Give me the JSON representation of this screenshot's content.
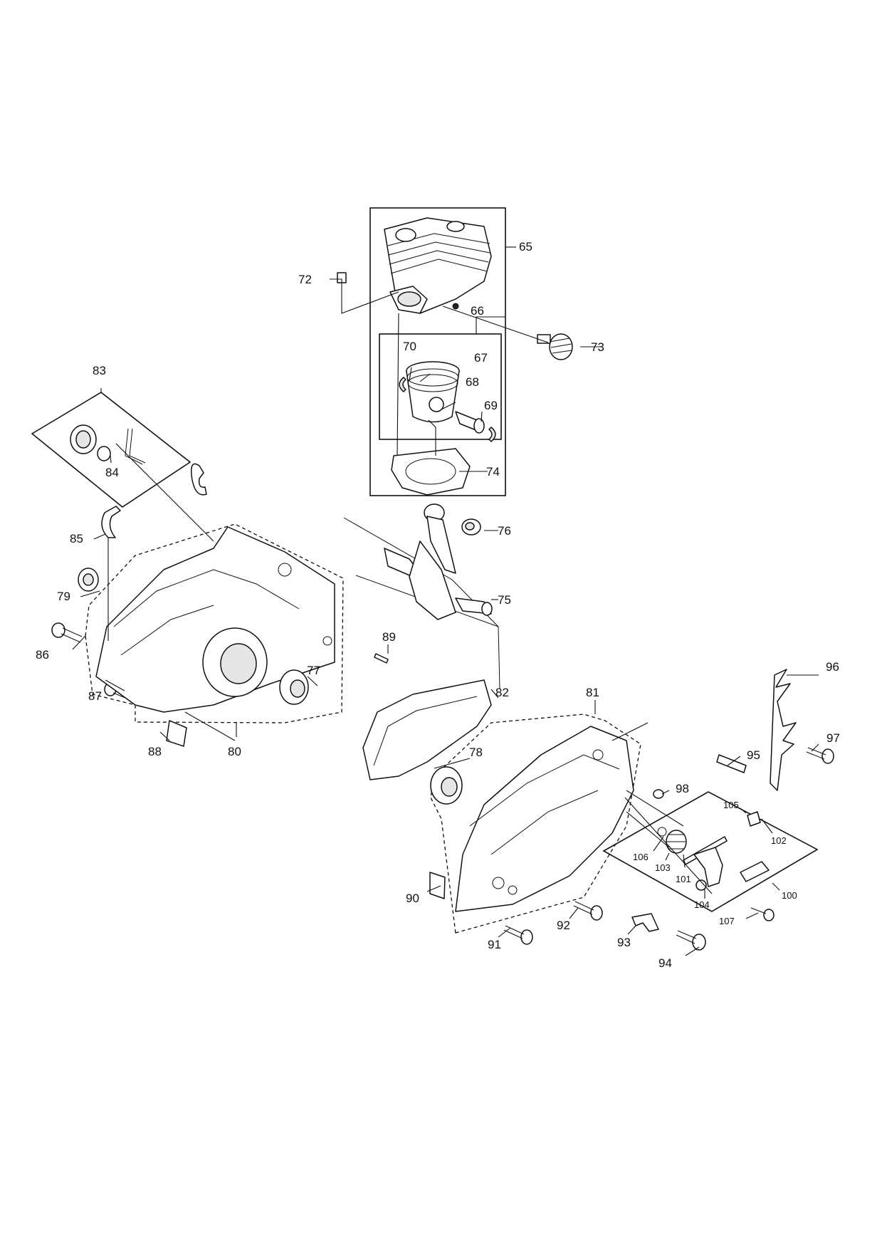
{
  "labels": {
    "p65": "65",
    "p66": "66",
    "p67": "67",
    "p68": "68",
    "p69": "69",
    "p70": "70",
    "p72": "72",
    "p73": "73",
    "p74": "74",
    "p75": "75",
    "p76": "76",
    "p77": "77",
    "p78": "78",
    "p79": "79",
    "p80": "80",
    "p81": "81",
    "p82": "82",
    "p83": "83",
    "p84": "84",
    "p85": "85",
    "p86": "86",
    "p87": "87",
    "p88": "88",
    "p89": "89",
    "p90": "90",
    "p91": "91",
    "p92": "92",
    "p93": "93",
    "p94": "94",
    "p95": "95",
    "p96": "96",
    "p97": "97",
    "p98": "98",
    "p100": "100",
    "p101": "101",
    "p102": "102",
    "p103": "103",
    "p104": "104",
    "p105": "105",
    "p106": "106",
    "p107": "107"
  }
}
